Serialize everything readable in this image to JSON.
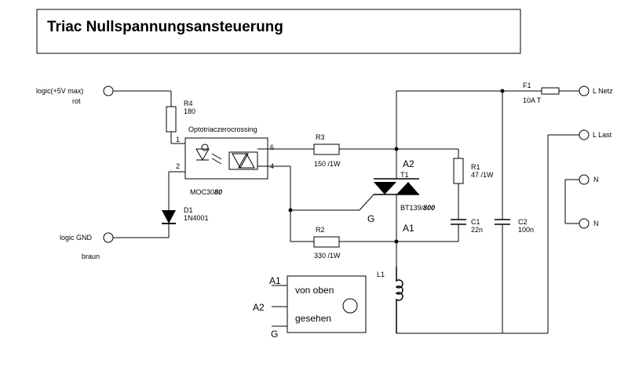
{
  "title": "Triac Nullspannungsansteuerung",
  "inputs": {
    "logic_plus": "logic(+5V max)",
    "logic_plus_color": "rot",
    "logic_gnd": "logic GND",
    "logic_gnd_color": "braun"
  },
  "components": {
    "r4_name": "R4",
    "r4_value": "180",
    "optocoupler_desc": "Optotriaczerocrossing",
    "optocoupler_part_a": "MOC30",
    "optocoupler_part_b": "80",
    "pin1": "1",
    "pin2": "2",
    "pin4": "4",
    "pin6": "6",
    "d1_name": "D1",
    "d1_value": "1N4001",
    "r3_name": "R3",
    "r3_value": "150 /1W",
    "r2_name": "R2",
    "r2_value": "330 /1W",
    "t1_name": "T1",
    "t1_part_a": "BT139/",
    "t1_part_b": "800",
    "a2": "A2",
    "a1": "A1",
    "g": "G",
    "r1_name": "R1",
    "r1_value": "47 /1W",
    "c1_name": "C1",
    "c1_value": "22n",
    "c2_name": "C2",
    "c2_value": "100n",
    "f1_name": "F1",
    "f1_value": "10A T",
    "l1_name": "L1"
  },
  "outputs": {
    "l_netz": "L Netz",
    "l_last": "L Last",
    "n1": "N",
    "n2": "N"
  },
  "pinout": {
    "a1": "A1",
    "a2": "A2",
    "g": "G",
    "line1": "von oben",
    "line2": "gesehen"
  }
}
